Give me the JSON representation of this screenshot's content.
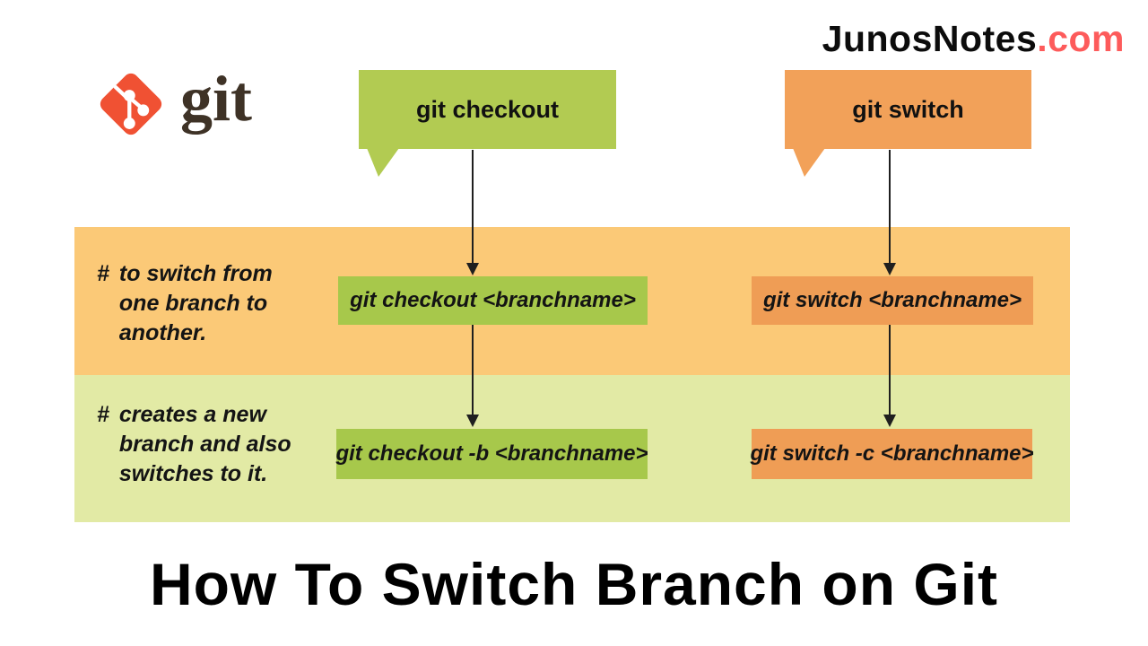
{
  "brand": {
    "name": "JunosNotes",
    "tld": ".com"
  },
  "logo": {
    "text": "git"
  },
  "headers": [
    {
      "label": "git checkout"
    },
    {
      "label": "git switch"
    }
  ],
  "rows": [
    {
      "marker": "#",
      "comment": "to switch from one branch to another.",
      "commands": [
        "git checkout <branchname>",
        "git switch <branchname>"
      ]
    },
    {
      "marker": "#",
      "comment": "creates a new branch and also switches to it.",
      "commands": [
        "git checkout -b <branchname>",
        "git switch -c <branchname>"
      ]
    }
  ],
  "title": "How To Switch Branch on Git",
  "colors": {
    "green_bubble": "#b2cb52",
    "green_box": "#a7c84b",
    "orange_bubble": "#f2a159",
    "orange_box": "#ef9d55",
    "band_orange": "#fbc977",
    "band_green": "#e2eaa5",
    "brand_red": "#fd5b5b",
    "git_orange": "#f05133",
    "git_text": "#3e3226",
    "arrow": "#1f1f1f"
  }
}
